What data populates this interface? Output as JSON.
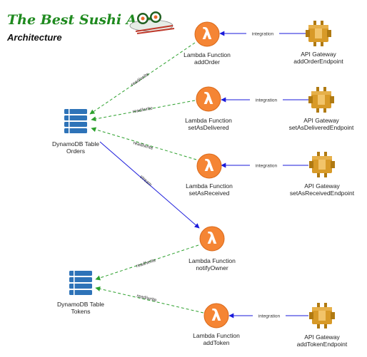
{
  "header": {
    "app_title": "The Best Sushi App",
    "subtitle": "Architecture"
  },
  "icons": {
    "lambda": "lambda-icon",
    "dynamodb": "dynamodb-table-icon",
    "api_gateway": "api-gateway-icon",
    "logo": "sushi-logo"
  },
  "colors": {
    "lambda": "#f58534",
    "api_gateway": "#c7911f",
    "dynamodb": "#2e73b8",
    "readwrite_edge": "#2ca02c",
    "integration_edge": "#1a1adb",
    "stream_edge": "#1a1adb",
    "title": "#1f8a1f"
  },
  "tables": {
    "orders": {
      "line1": "DynamoDB Table",
      "line2": "Orders"
    },
    "tokens": {
      "line1": "DynamoDB Table",
      "line2": "Tokens"
    }
  },
  "lambdas": {
    "addOrder": {
      "line1": "Lambda Function",
      "line2": "addOrder"
    },
    "setAsDelivered": {
      "line1": "Lambda Function",
      "line2": "setAsDelivered"
    },
    "setAsReceived": {
      "line1": "Lambda Function",
      "line2": "setAsReceived"
    },
    "notifyOwner": {
      "line1": "Lambda Function",
      "line2": "notifyOwner"
    },
    "addToken": {
      "line1": "Lambda Function",
      "line2": "addToken"
    }
  },
  "gateways": {
    "addOrder": {
      "line1": "API Gateway",
      "line2": "addOrderEndpoint"
    },
    "setAsDelivered": {
      "line1": "API Gateway",
      "line2": "setAsDeliveredEndpoint"
    },
    "setAsReceived": {
      "line1": "API Gateway",
      "line2": "setAsReceivedEndpoint"
    },
    "addToken": {
      "line1": "API Gateway",
      "line2": "addTokenEndpoint"
    }
  },
  "edges": {
    "integration": "integration",
    "readwrite": "read/write",
    "stream": "stream"
  }
}
